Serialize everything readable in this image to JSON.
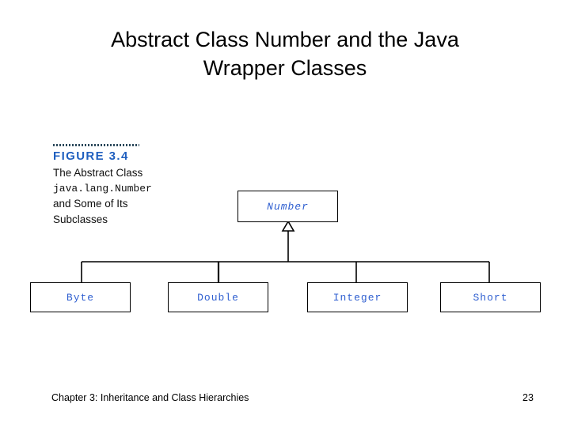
{
  "slide": {
    "title": "Abstract Class Number and the Java Wrapper Classes",
    "title_line1": "Abstract Class Number and the Java",
    "title_line2": "Wrapper Classes"
  },
  "figure": {
    "label": "FIGURE 3.4",
    "caption_line1": "The Abstract Class",
    "caption_line2": "java.lang.Number",
    "caption_line3": "and Some of Its",
    "caption_line4": "Subclasses",
    "label_color": "#1f5fbf",
    "rule_color": "#2d4a5c"
  },
  "diagram": {
    "type": "uml-class-hierarchy",
    "root": {
      "name": "Number",
      "italic": true
    },
    "subclasses": [
      {
        "name": "Byte"
      },
      {
        "name": "Double"
      },
      {
        "name": "Integer"
      },
      {
        "name": "Short"
      }
    ],
    "line_color": "#000000",
    "class_text_color": "#2f5fd0",
    "arrow_type": "hollow-triangle-inheritance"
  },
  "footer": {
    "chapter": "Chapter 3: Inheritance and Class Hierarchies",
    "page_number": "23"
  }
}
